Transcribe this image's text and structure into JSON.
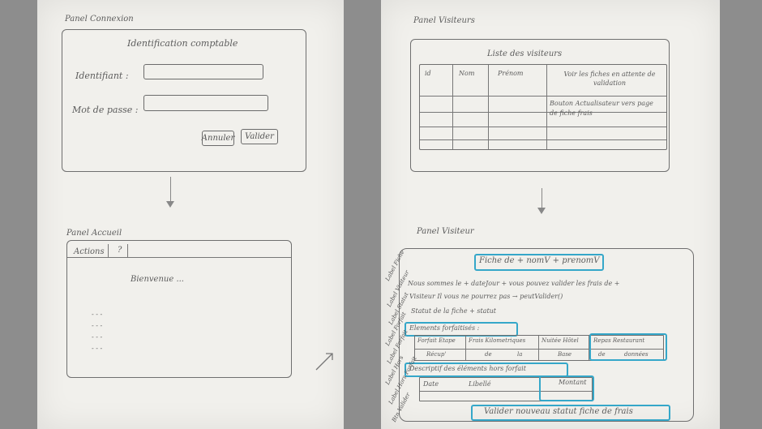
{
  "left_page": {
    "panel_connexion": {
      "title": "Panel Connexion",
      "heading": "Identification comptable",
      "id_label": "Identifiant :",
      "pwd_label": "Mot de passe :",
      "cancel": "Annuler",
      "validate": "Valider"
    },
    "panel_accueil": {
      "title": "Panel Accueil",
      "menu": [
        "Actions",
        "?"
      ],
      "welcome": "Bienvenue ...",
      "dots": [
        "- - -",
        "- - -",
        "- - -",
        "- - -"
      ]
    }
  },
  "right_page": {
    "panel_visiteurs": {
      "title": "Panel Visiteurs",
      "list_title": "Liste des visiteurs",
      "columns": [
        "id",
        "Nom",
        "Prénom",
        "Voir les fiches en attente de validation"
      ],
      "button_note": "Bouton Actualisateur vers page de fiche frais"
    },
    "panel_visiteur": {
      "title": "Panel Visiteur",
      "fiche_title": "Fiche de + nomV + prenomV",
      "message_line1": "Nous sommes le + dateJour + vous pouvez valider les frais de +",
      "message_line2": "Visiteur Il vous ne pourrez pas → peutValider()",
      "statut": "Statut de la fiche + statut",
      "forfait_title": "Elements forfaitisés :",
      "forfait_cols": [
        "Forfait Etape",
        "Frais Kilometriques",
        "Nuitée Hôtel",
        "Repas Restaurant"
      ],
      "forfait_row": [
        "Récup'",
        "de",
        "la",
        "Base",
        "de",
        "données"
      ],
      "hors_forfait_title": "Descriptif des éléments hors forfait",
      "hors_cols": [
        "Date",
        "Libellé",
        "Montant"
      ],
      "validate_btn": "Valider nouveau statut fiche de frais",
      "side_labels": [
        "Label Fiche",
        "Label Visiteur",
        "Label Statut",
        "Label Forfait",
        "Label Forfait",
        "Label Hors",
        "Label Hors Forfait",
        "Btn Valider"
      ]
    }
  }
}
